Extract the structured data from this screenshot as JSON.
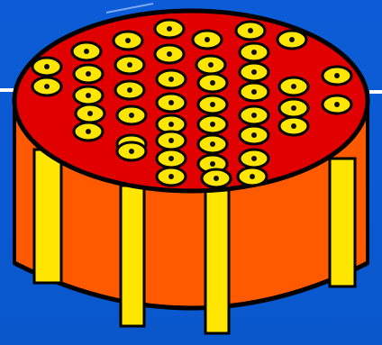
{
  "colors": {
    "background_top": "#0b5cd6",
    "background_bottom": "#0a57cc",
    "cylinder_side": "#ff5a00",
    "cylinder_side_dark": "#d94600",
    "top_face": "#e00000",
    "stripe": "#ffe600",
    "cell": "#ffe600",
    "cell_dot": "#111111",
    "outline": "#000000",
    "wire": "#ffffff"
  },
  "icons": {
    "cell": "fuel-cell-icon",
    "stripe": "support-stripe",
    "wire": "wire-line"
  },
  "cells": {
    "rows": [
      {
        "label": "row-1",
        "count": 4
      },
      {
        "label": "row-2",
        "count": 5
      },
      {
        "label": "row-3",
        "count": 6
      },
      {
        "label": "row-4",
        "count": 7
      },
      {
        "label": "row-5",
        "count": 7
      },
      {
        "label": "row-6",
        "count": 6
      },
      {
        "label": "row-7",
        "count": 5
      },
      {
        "label": "row-8",
        "count": 3
      }
    ]
  }
}
